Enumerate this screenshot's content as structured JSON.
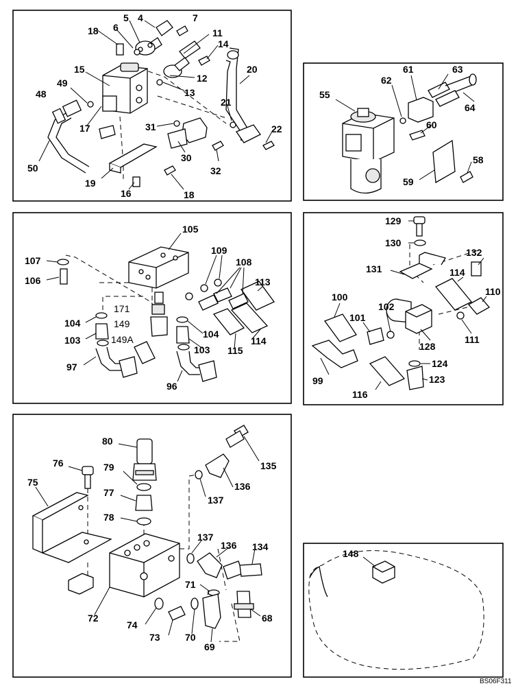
{
  "diagram": {
    "code": "BS06F311",
    "panel1": {
      "labels": [
        "18",
        "6",
        "5",
        "4",
        "7",
        "11",
        "14",
        "12",
        "13",
        "20",
        "15",
        "49",
        "48",
        "17",
        "31",
        "21",
        "22",
        "30",
        "32",
        "50",
        "19",
        "16",
        "18"
      ]
    },
    "panel2": {
      "labels": [
        "55",
        "62",
        "61",
        "63",
        "64",
        "60",
        "58",
        "59"
      ]
    },
    "panel3": {
      "labels": [
        "105",
        "109",
        "108",
        "113",
        "107",
        "106",
        "171",
        "149",
        "149A",
        "104",
        "103",
        "97",
        "104",
        "103",
        "96",
        "115",
        "114"
      ]
    },
    "panel4": {
      "labels": [
        "129",
        "130",
        "131",
        "132",
        "114",
        "110",
        "100",
        "102",
        "101",
        "111",
        "128",
        "99",
        "124",
        "123",
        "116"
      ]
    },
    "panel5": {
      "labels": [
        "80",
        "76",
        "79",
        "75",
        "77",
        "78",
        "135",
        "136",
        "137",
        "137",
        "136",
        "134",
        "71",
        "72",
        "74",
        "73",
        "70",
        "69",
        "68"
      ]
    },
    "panel6": {
      "labels": [
        "148"
      ]
    }
  }
}
